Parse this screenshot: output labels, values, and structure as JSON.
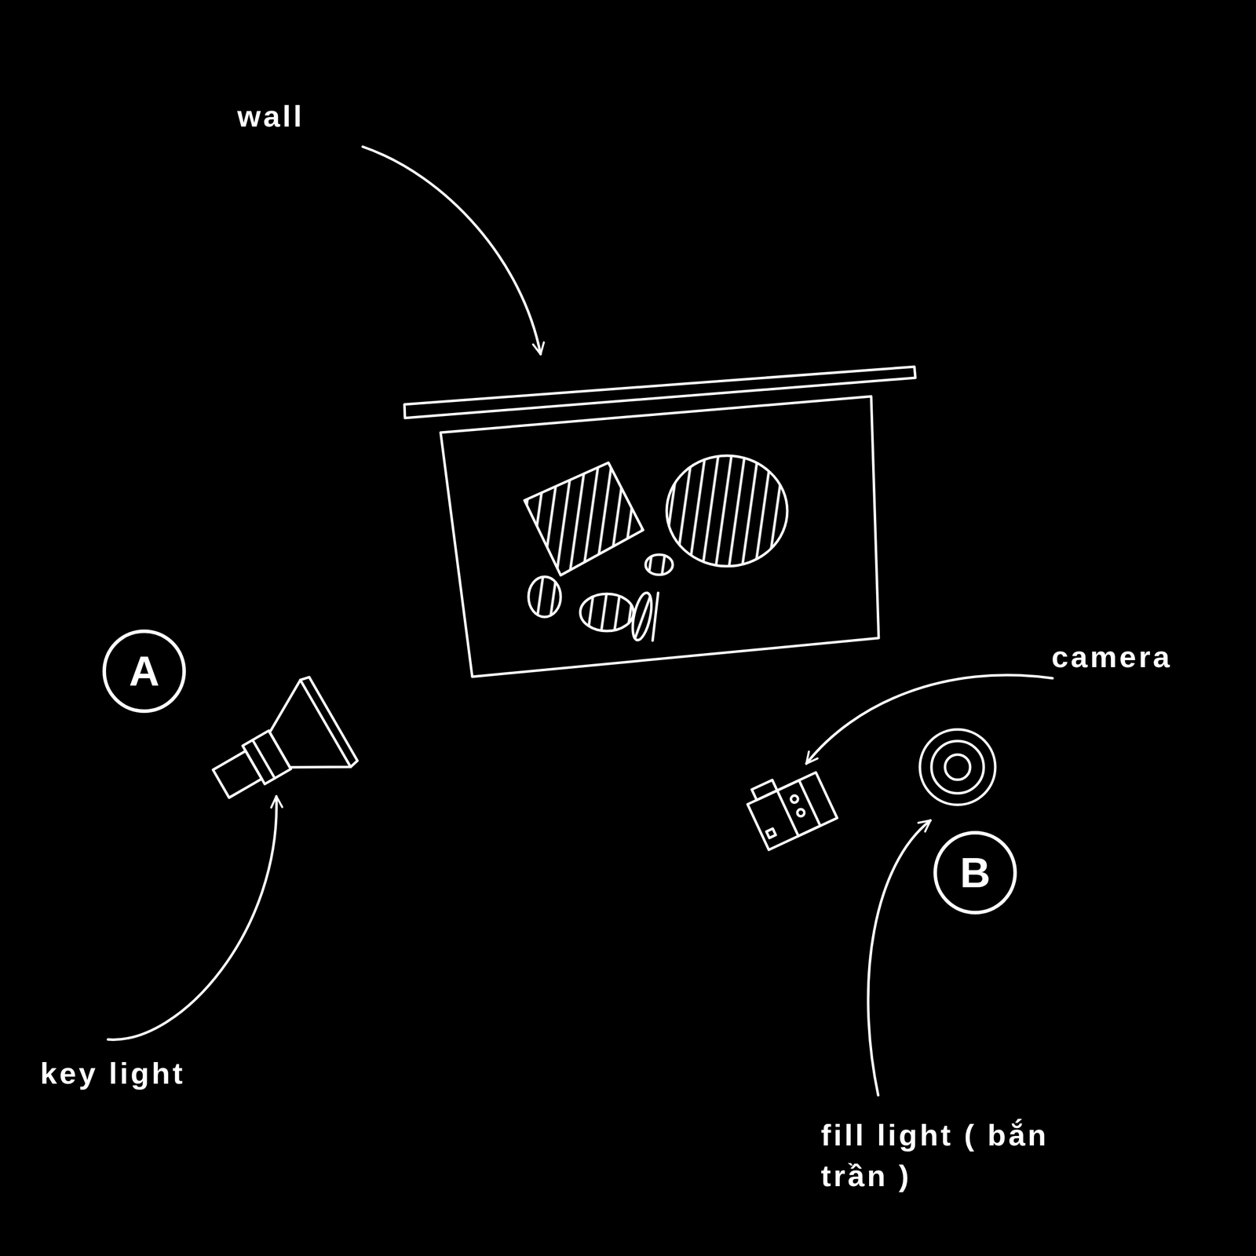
{
  "diagram": {
    "nodes": [
      {
        "text": [
          "A"
        ]
      },
      {
        "text": [
          "B"
        ]
      }
    ],
    "labels": [
      "wall",
      "camera",
      "key light",
      "fill light ( bắn trần )"
    ]
  }
}
